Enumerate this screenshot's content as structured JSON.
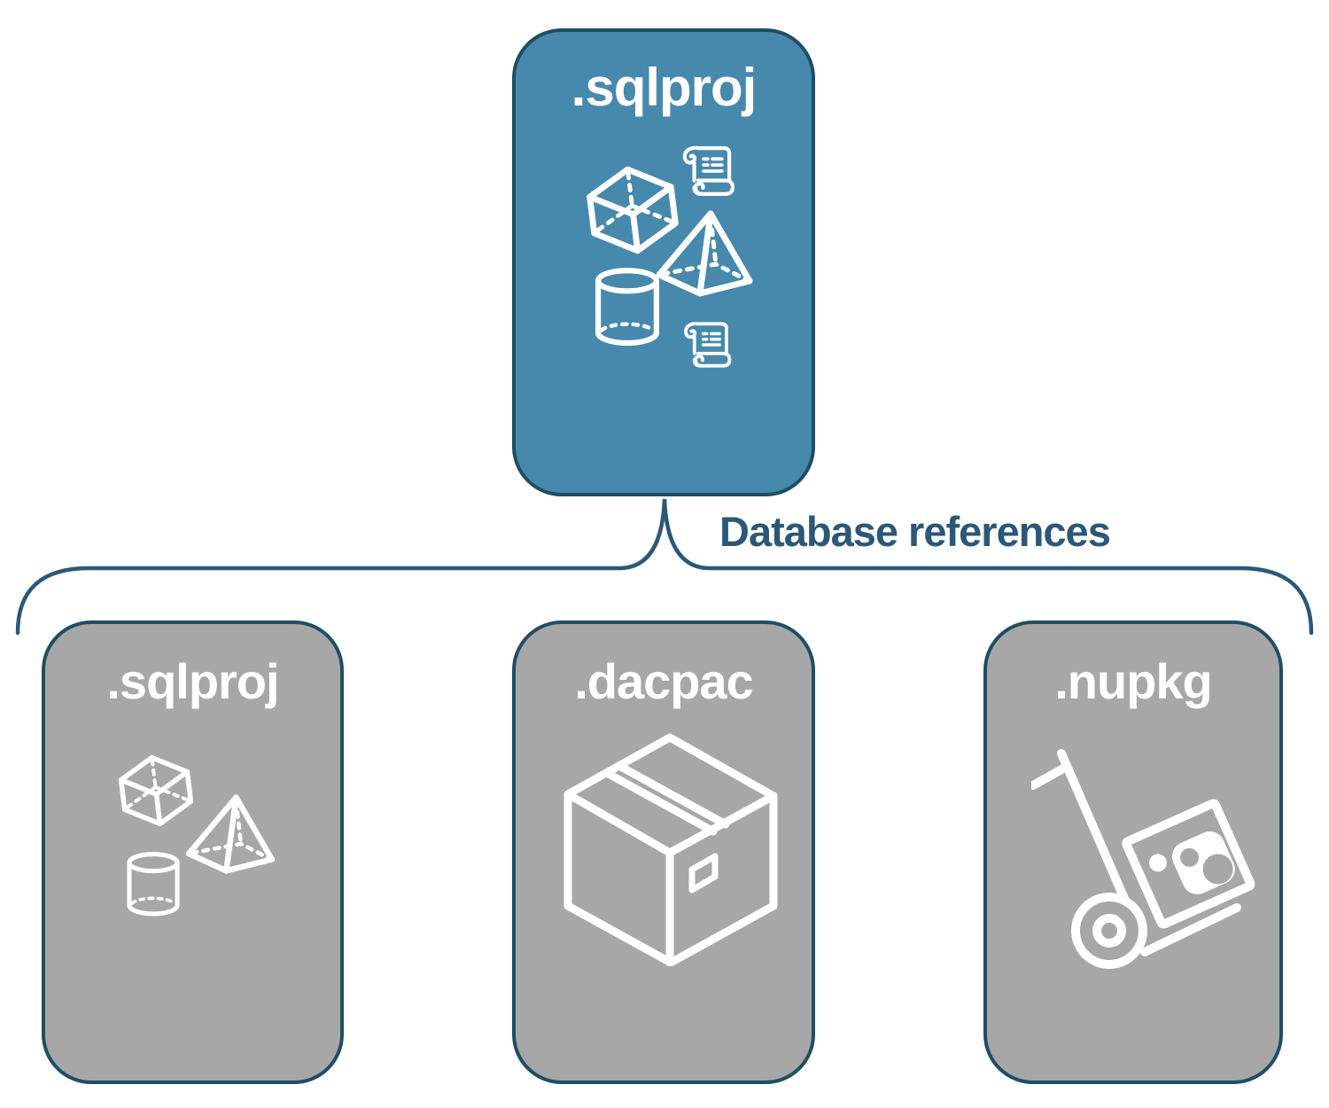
{
  "colors": {
    "root_fill": "#4789AC",
    "child_fill": "#A7A7A7",
    "node_border": "#1F4E63",
    "connector": "#2B5878",
    "icon": "#FFFFFF",
    "page_bg": "#FFFFFF"
  },
  "nodes": {
    "root": {
      "label": ".sqlproj",
      "icons": [
        "cube-icon",
        "script-scroll-icon",
        "pyramid-icon",
        "cylinder-icon",
        "script-scroll-icon"
      ]
    },
    "children": [
      {
        "label": ".sqlproj",
        "icons": [
          "cube-icon",
          "pyramid-icon",
          "cylinder-icon"
        ]
      },
      {
        "label": ".dacpac",
        "icons": [
          "package-box-icon"
        ]
      },
      {
        "label": ".nupkg",
        "icons": [
          "hand-truck-package-icon"
        ]
      }
    ]
  },
  "connector": {
    "label": "Database references"
  }
}
